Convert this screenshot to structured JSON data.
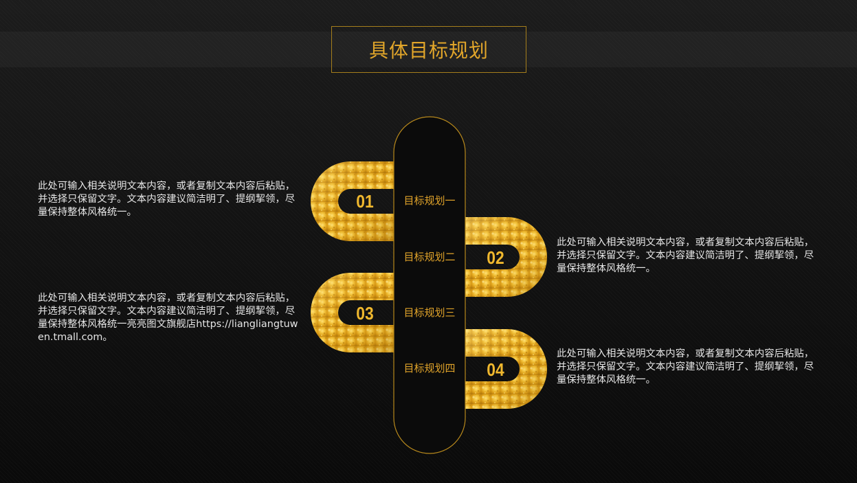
{
  "title": "具体目标规划",
  "colors": {
    "gold": "#e2a62a",
    "frame": "#a67f1c",
    "background": "#141414",
    "text": "#e6e6e6"
  },
  "steps": [
    {
      "number": "01",
      "label": "目标规划一",
      "description": "此处可输入相关说明文本内容，或者复制文本内容后粘贴，并选择只保留文字。文本内容建议简洁明了、提纲挈领，尽量保持整体风格统一。"
    },
    {
      "number": "02",
      "label": "目标规划二",
      "description": "此处可输入相关说明文本内容，或者复制文本内容后粘贴，并选择只保留文字。文本内容建议简洁明了、提纲挈领，尽量保持整体风格统一。"
    },
    {
      "number": "03",
      "label": "目标规划三",
      "description": "此处可输入相关说明文本内容，或者复制文本内容后粘贴，并选择只保留文字。文本内容建议简洁明了、提纲挈领，尽量保持整体风格统一亮亮图文旗舰店https://liangliangtuwen.tmall.com。"
    },
    {
      "number": "04",
      "label": "目标规划四",
      "description": "此处可输入相关说明文本内容，或者复制文本内容后粘贴，并选择只保留文字。文本内容建议简洁明了、提纲挈领，尽量保持整体风格统一。"
    }
  ]
}
